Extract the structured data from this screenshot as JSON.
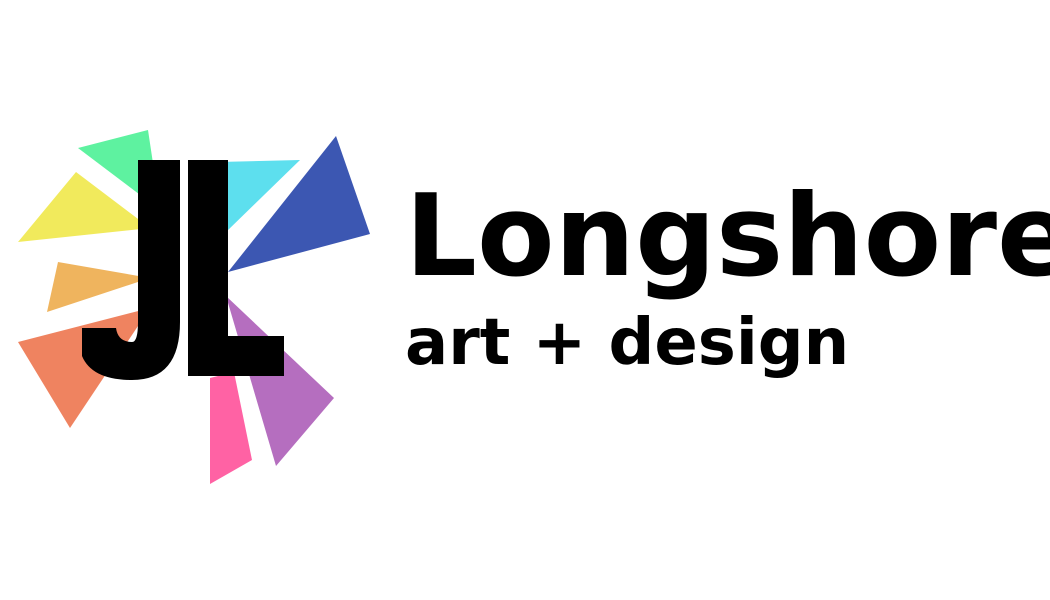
{
  "brand": {
    "name": "Longshore",
    "tagline": "art + design",
    "monogram": "JL"
  },
  "colors": {
    "text": "#000000",
    "background": "#ffffff",
    "shards": [
      "#5ef2a0",
      "#f1ea5c",
      "#efb45e",
      "#ef8360",
      "#5ddfee",
      "#3c57b2",
      "#b56ebf",
      "#ff62a4"
    ]
  },
  "icons": {
    "logo": "jl-rainbow-shard-monogram"
  }
}
